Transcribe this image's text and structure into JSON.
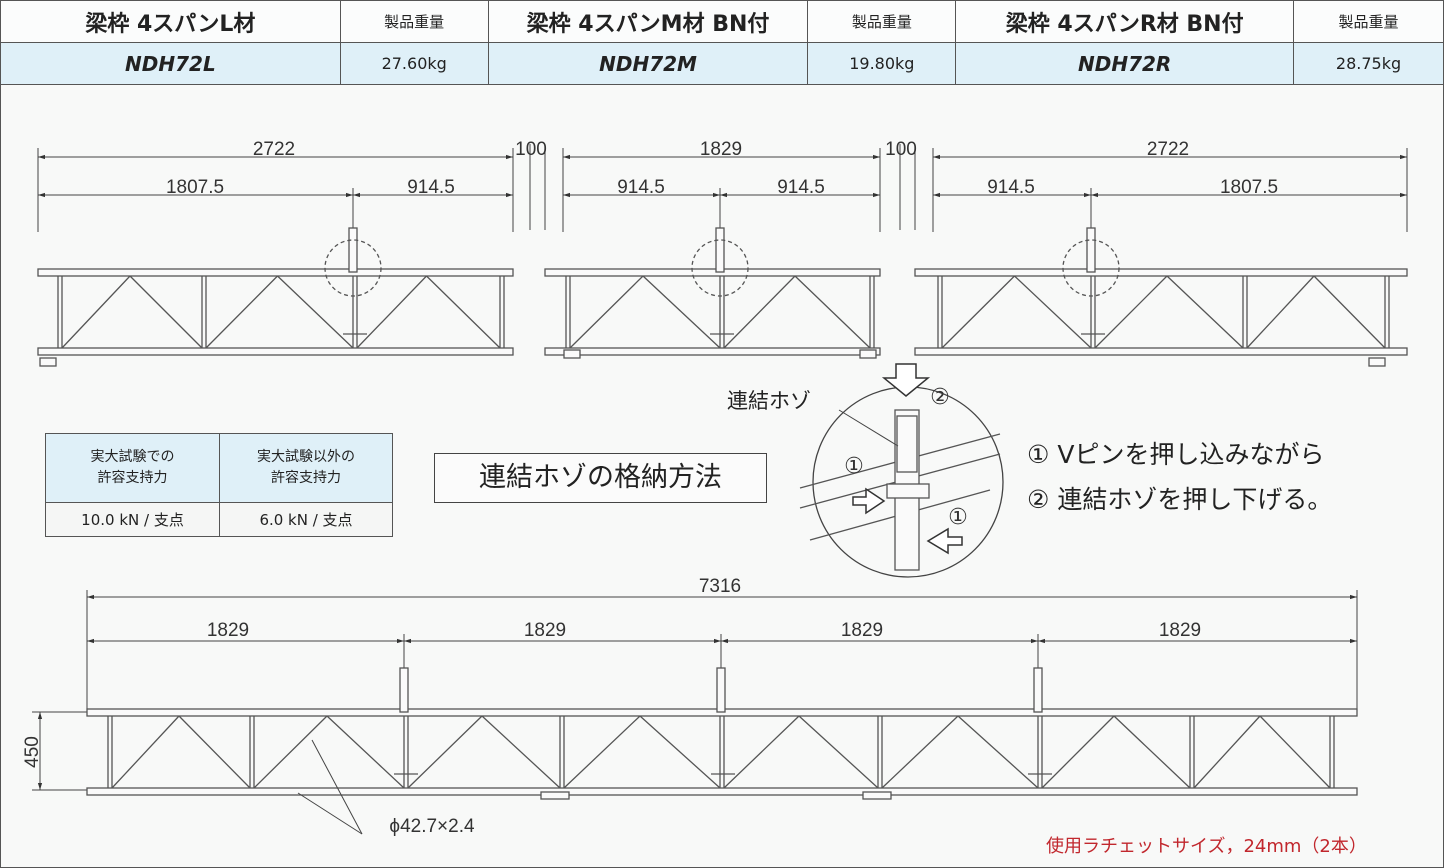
{
  "products": [
    {
      "name": "梁枠 4スパンL材",
      "weight_label": "製品重量",
      "code": "NDH72L",
      "weight": "27.60kg"
    },
    {
      "name": "梁枠 4スパンM材 BN付",
      "weight_label": "製品重量",
      "code": "NDH72M",
      "weight": "19.80kg"
    },
    {
      "name": "梁枠 4スパンR材 BN付",
      "weight_label": "製品重量",
      "code": "NDH72R",
      "weight": "28.75kg"
    }
  ],
  "dimensions": {
    "left_total": "2722",
    "left_sub1": "1807.5",
    "left_sub2": "914.5",
    "gap": "100",
    "mid_total": "1829",
    "mid_sub1": "914.5",
    "mid_sub2": "914.5",
    "right_total": "2722",
    "right_sub1": "914.5",
    "right_sub2": "1807.5",
    "overall": "7316",
    "span": "1829",
    "height": "450",
    "pipe": "ϕ42.7×2.4"
  },
  "load_table": {
    "col1_header_line1": "実大試験での",
    "col1_header_line2": "許容支持力",
    "col2_header_line1": "実大試験以外の",
    "col2_header_line2": "許容支持力",
    "col1_value": "10.0 kN / 支点",
    "col2_value": "6.0 kN / 支点"
  },
  "storage": {
    "title": "連結ホゾの格納方法",
    "label": "連結ホゾ",
    "marker1": "①",
    "marker2": "②",
    "step1": "① Vピンを押し込みながら",
    "step2": "② 連結ホゾを押し下げる。"
  },
  "note": "使用ラチェットサイズ，24mm（2本）"
}
